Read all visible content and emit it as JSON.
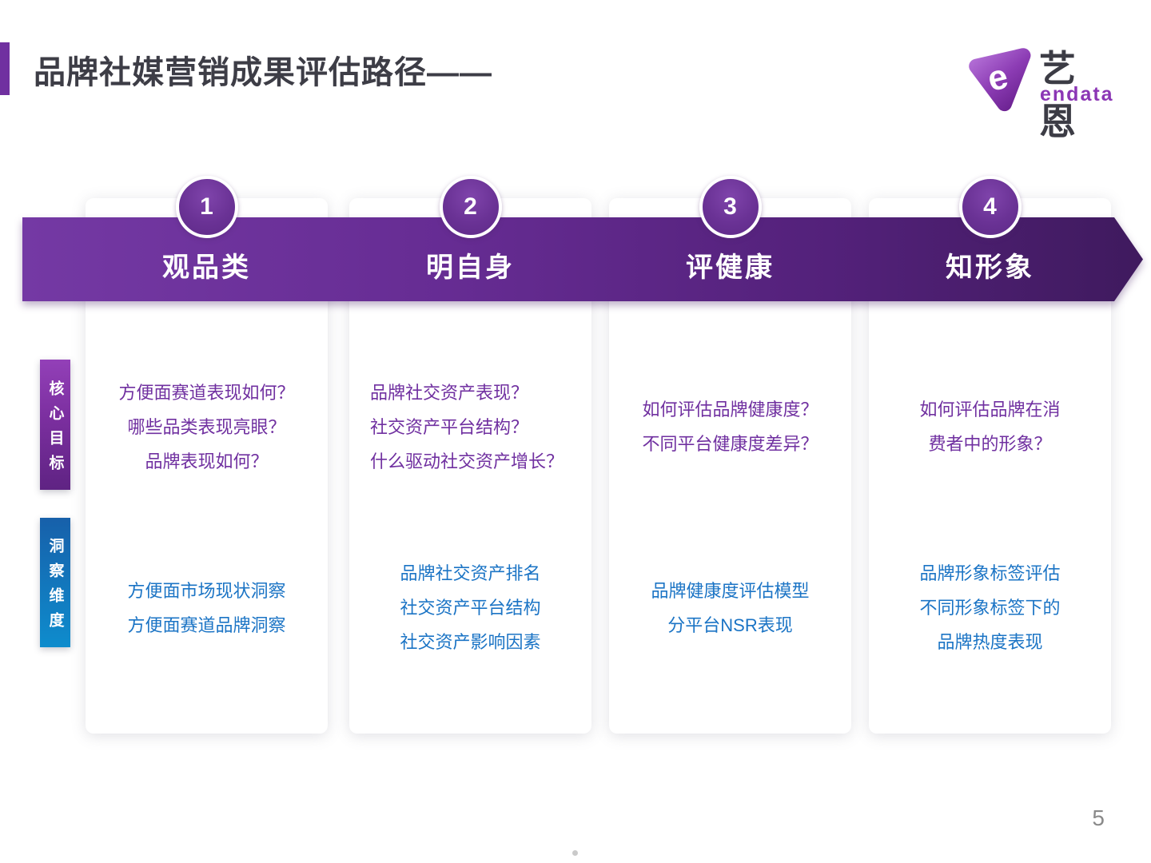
{
  "slide": {
    "title": "品牌社媒营销成果评估路径——",
    "page_number": "5"
  },
  "logo": {
    "name_cn": "艺恩",
    "name_en": "endata",
    "mark_letter": "e"
  },
  "row_labels": {
    "goals": "核心目标",
    "insights": "洞察维度"
  },
  "steps": [
    {
      "number": "1",
      "label": "观品类",
      "goals": [
        "方便面赛道表现如何？",
        "哪些品类表现亮眼？",
        "品牌表现如何？"
      ],
      "insights": [
        "方便面市场现状洞察",
        "方便面赛道品牌洞察"
      ]
    },
    {
      "number": "2",
      "label": "明自身",
      "goals": [
        "品牌社交资产表现？",
        "社交资产平台结构？",
        "什么驱动社交资产增长？"
      ],
      "insights": [
        "品牌社交资产排名",
        "社交资产平台结构",
        "社交资产影响因素"
      ]
    },
    {
      "number": "3",
      "label": "评健康",
      "goals": [
        "如何评估品牌健康度？",
        "不同平台健康度差异？"
      ],
      "insights": [
        "品牌健康度评估模型",
        "分平台NSR表现"
      ]
    },
    {
      "number": "4",
      "label": "知形象",
      "goals": [
        "如何评估品牌在消",
        "费者中的形象？"
      ],
      "insights": [
        "品牌形象标签评估",
        "不同形象标签下的",
        "品牌热度表现"
      ]
    }
  ],
  "colors": {
    "accent_purple": "#7030a0",
    "banner_start": "#7439a4",
    "banner_end": "#3f1a5e",
    "goal_text": "#7030a0",
    "insight_text": "#1b74c5",
    "goals_tab_top": "#9340b8",
    "goals_tab_bottom": "#5f2383",
    "insights_tab_top": "#1760aa",
    "insights_tab_bottom": "#0e8ccd"
  }
}
